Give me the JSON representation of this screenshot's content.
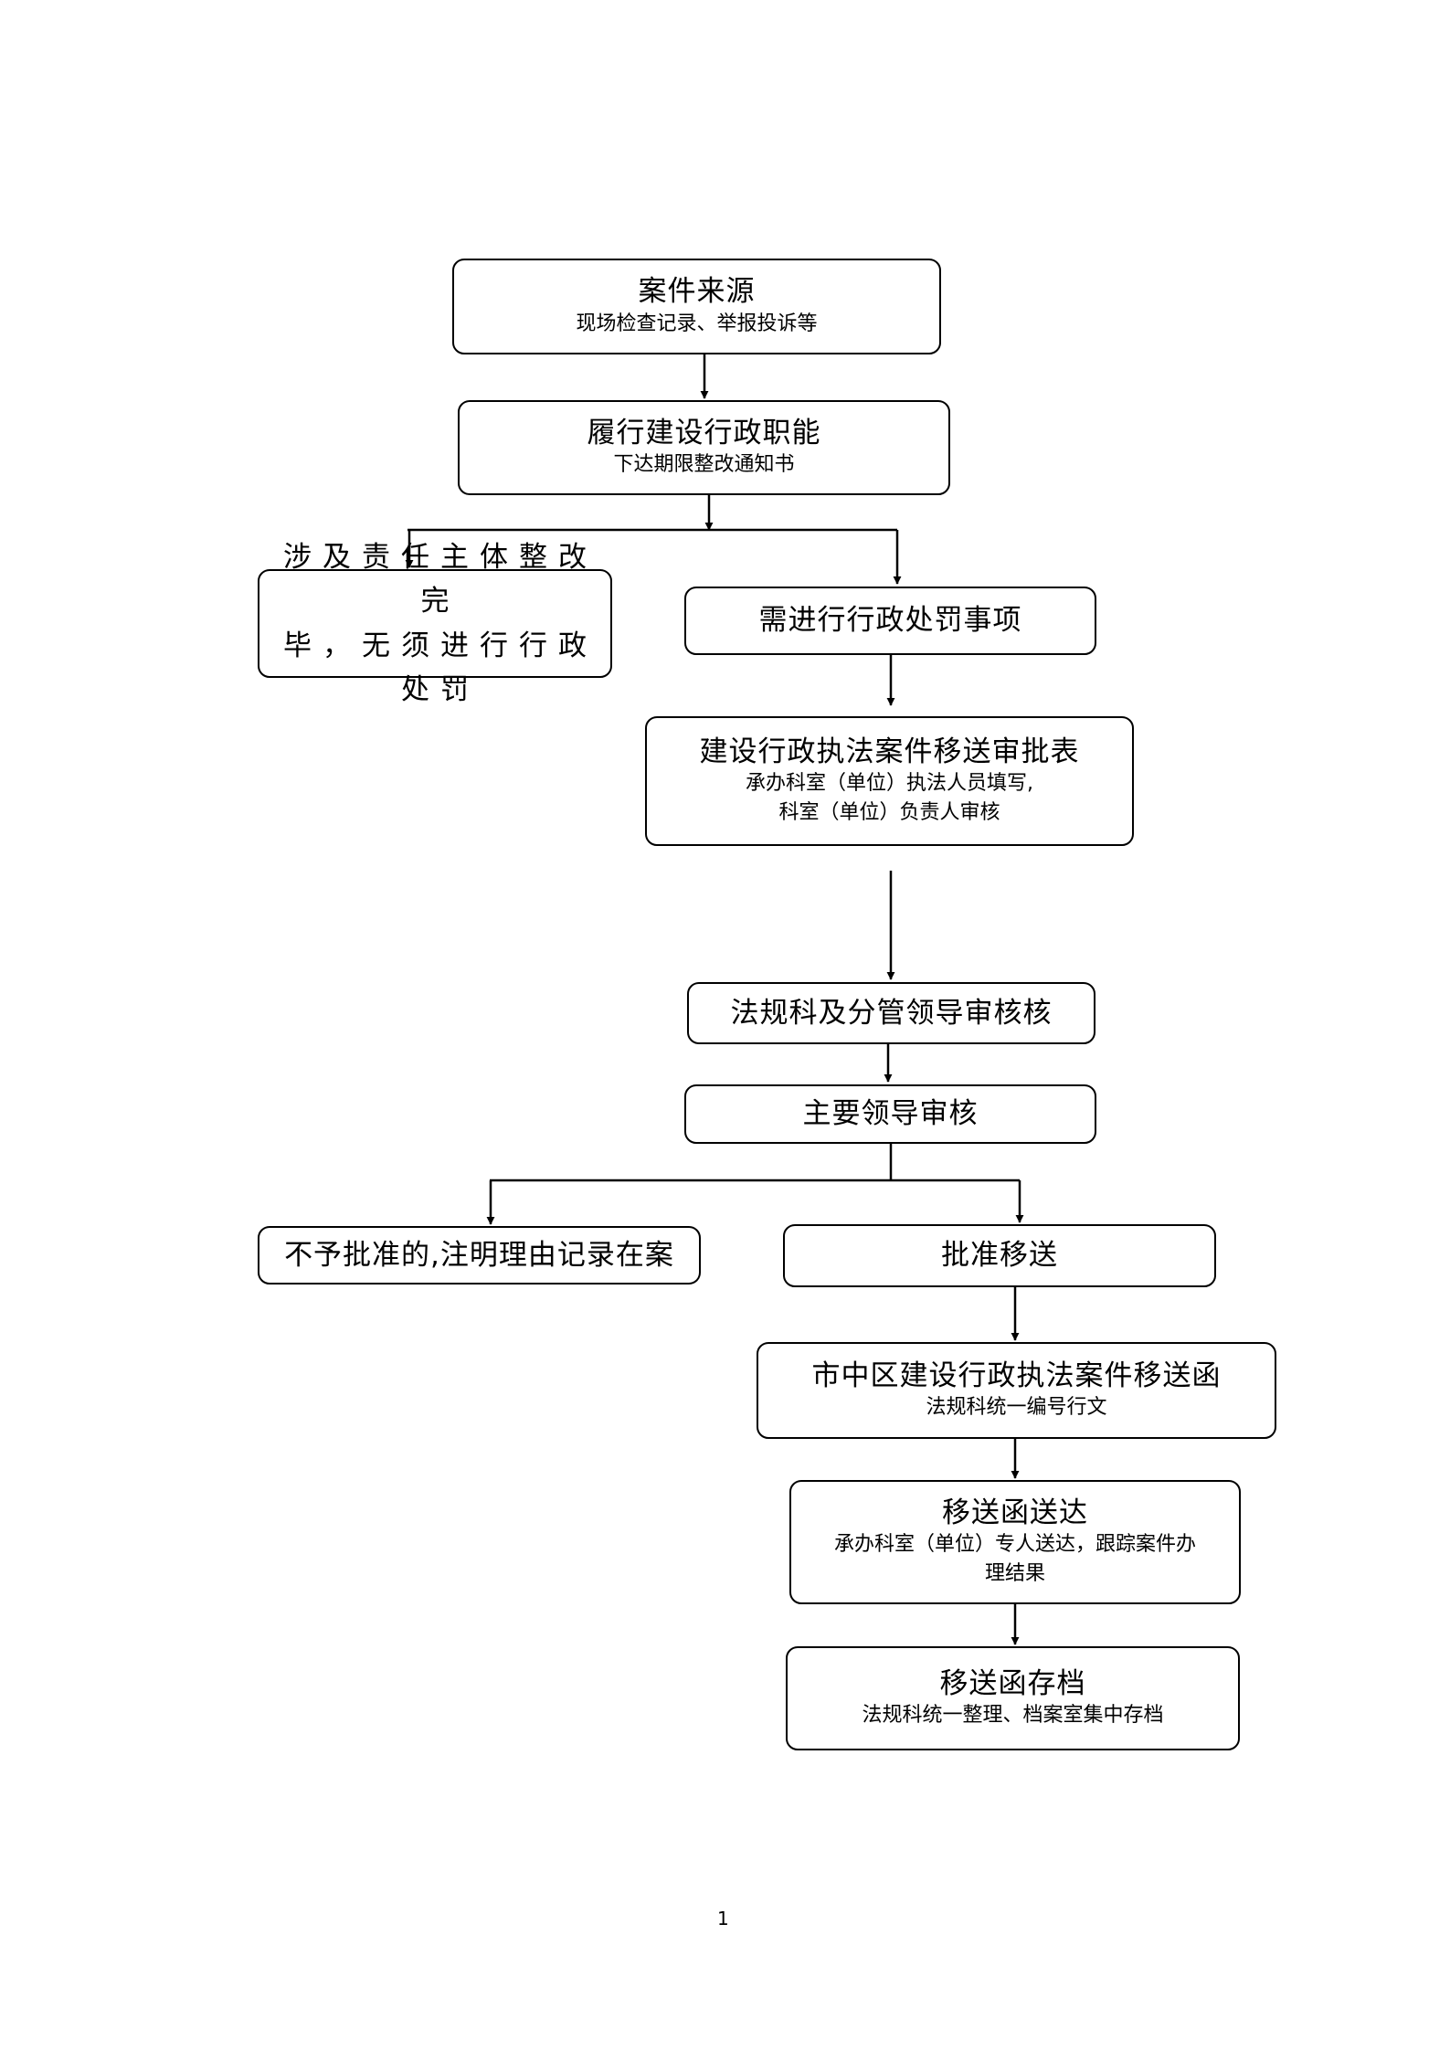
{
  "nodes": {
    "case_source": {
      "title": "案件来源",
      "subtitle": "现场检查记录、举报投诉等"
    },
    "perform_duties": {
      "title": "履行建设行政职能",
      "subtitle": "下达期限整改通知书"
    },
    "rectified": {
      "line1": "涉及责任主体整改完",
      "line2": "毕，无须进行行政处罚"
    },
    "need_penalty": {
      "title": "需进行行政处罚事项"
    },
    "transfer_form": {
      "title": "建设行政执法案件移送审批表",
      "sub1": "承办科室（单位）执法人员填写,",
      "sub2": "科室（单位）负责人审核"
    },
    "legal_review": {
      "title": "法规科及分管领导审核核"
    },
    "main_leader": {
      "title": "主要领导审核"
    },
    "not_approved": {
      "title": "不予批准的,注明理由记录在案"
    },
    "approved": {
      "title": "批准移送"
    },
    "transfer_letter": {
      "title": "市中区建设行政执法案件移送函",
      "subtitle": "法规科统一编号行文"
    },
    "delivery": {
      "title": "移送函送达",
      "sub1": "承办科室（单位）专人送达，跟踪案件办",
      "sub2": "理结果"
    },
    "archive": {
      "title": "移送函存档",
      "subtitle": "法规科统一整理、档案室集中存档"
    }
  },
  "page_number": "1"
}
